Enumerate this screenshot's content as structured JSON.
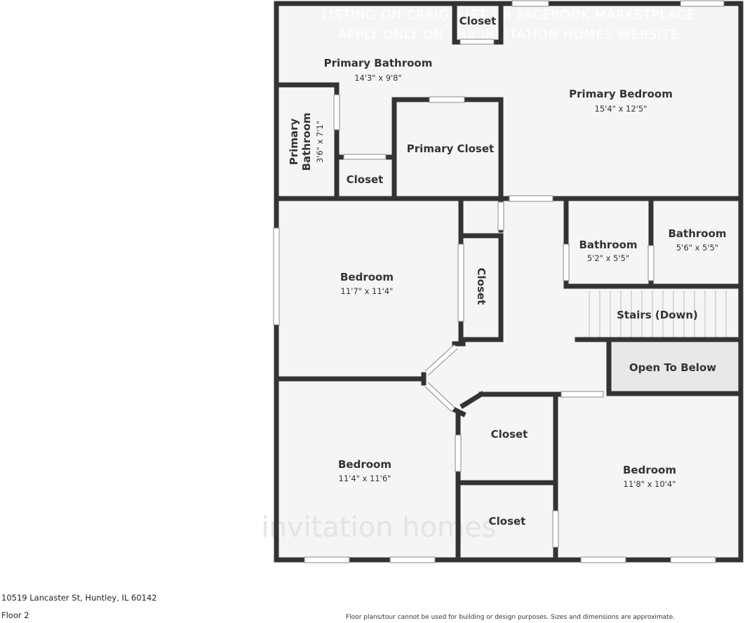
{
  "watermark": {
    "line1": "LISTING ON CRAIGSLIST OR FACEBOOK MARKETPLACE",
    "line2": "APPLY ONLY ON THE INVITATION HOMES WEBSITE"
  },
  "logo": "invitation homes",
  "rooms": {
    "closet_top": {
      "name": "Closet"
    },
    "primary_bathroom": {
      "name": "Primary Bathroom",
      "dim": "14'3\" x 9'8\""
    },
    "primary_bedroom": {
      "name": "Primary Bedroom",
      "dim": "15'4\" x 12'5\""
    },
    "primary_bathroom_small": {
      "name_line1": "Primary",
      "name_line2": "Bathroom",
      "dim": "3'6\" x 7'1\""
    },
    "primary_closet": {
      "name": "Primary Closet"
    },
    "closet_small": {
      "name": "Closet"
    },
    "bathroom_a": {
      "name": "Bathroom",
      "dim": "5'2\" x 5'5\""
    },
    "bathroom_b": {
      "name": "Bathroom",
      "dim": "5'6\" x 5'5\""
    },
    "bedroom_1": {
      "name": "Bedroom",
      "dim": "11'7\" x 11'4\""
    },
    "closet_vertical": {
      "name": "Closet"
    },
    "stairs": {
      "name": "Stairs (Down)"
    },
    "open_to_below": {
      "name": "Open To Below"
    },
    "bedroom_2": {
      "name": "Bedroom",
      "dim": "11'4\" x 11'6\""
    },
    "closet_mid": {
      "name": "Closet"
    },
    "closet_bottom": {
      "name": "Closet"
    },
    "bedroom_3": {
      "name": "Bedroom",
      "dim": "11'8\" x 10'4\""
    }
  },
  "footer": {
    "address": "10519 Lancaster St, Huntley, IL 60142",
    "floor": "Floor 2",
    "disclaimer": "Floor plans/tour cannot be used for building or design purposes. Sizes and dimensions are approximate."
  },
  "colors": {
    "floor": "#f5f5f5",
    "wall": "#333333",
    "open_to_below": "#e8e8e8",
    "window": "#ffffff"
  }
}
